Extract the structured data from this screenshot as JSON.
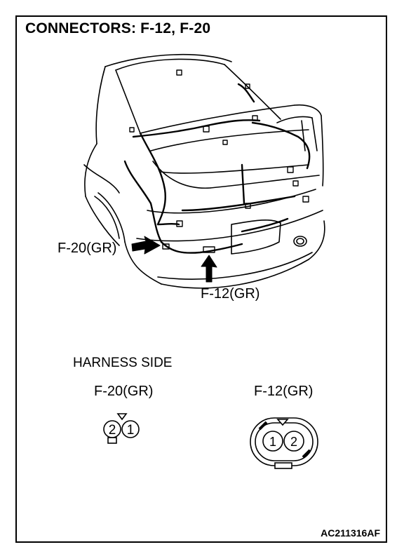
{
  "title": "CONNECTORS: F-12, F-20",
  "callouts": {
    "f20": "F-20(GR)",
    "f12": "F-12(GR)"
  },
  "harness_side": {
    "heading": "HARNESS SIDE",
    "f20_label": "F-20(GR)",
    "f12_label": "F-12(GR)",
    "f20_pins": [
      "2",
      "1"
    ],
    "f12_pins": [
      "1",
      "2"
    ]
  },
  "figure_code": "AC211316AF"
}
